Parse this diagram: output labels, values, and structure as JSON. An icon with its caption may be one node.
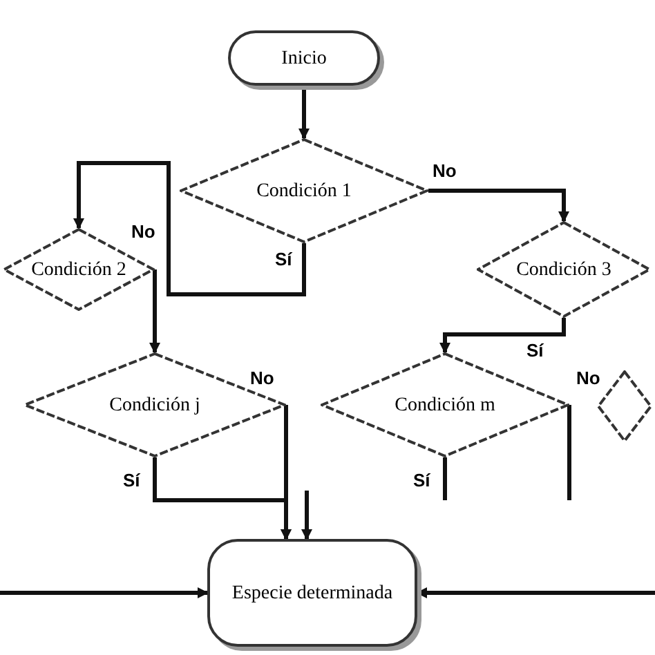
{
  "diagram": {
    "nodes": [
      {
        "text": [
          "Inicio"
        ]
      },
      {
        "text": [
          "Condición 1"
        ]
      },
      {
        "text": [
          "Condición 2"
        ]
      },
      {
        "text": [
          "Condición 3"
        ]
      },
      {
        "text": [
          "Condición j"
        ]
      },
      {
        "text": [
          "Condición m"
        ]
      },
      {
        "text": [],
        "shape": "diamond"
      },
      {
        "text": [
          "Especie determinada"
        ]
      }
    ],
    "edges": [
      {
        "from": 0,
        "to": 1,
        "arrow": "to"
      },
      {
        "from": 1,
        "to": 2,
        "arrow": "to",
        "label": "Sí"
      },
      {
        "from": 1,
        "to": 3,
        "arrow": "to",
        "label": "No"
      },
      {
        "from": 2,
        "to": 4,
        "arrow": "to",
        "label": "No"
      },
      {
        "from": 3,
        "to": 5,
        "arrow": "to",
        "label": "Sí"
      },
      {
        "from": 4,
        "to": 7,
        "arrow": "to",
        "label": "No"
      },
      {
        "from": 4,
        "to": 7,
        "arrow": "to",
        "label": "Sí"
      },
      {
        "from": null,
        "to": 7,
        "arrow": "to"
      },
      {
        "from": 5,
        "to": null,
        "arrow": "none",
        "label": "No"
      },
      {
        "from": 5,
        "to": null,
        "arrow": "none",
        "label": "Sí"
      },
      {
        "from": null,
        "to": 7,
        "arrow": "to"
      },
      {
        "from": null,
        "to": 7,
        "arrow": "to"
      }
    ]
  }
}
